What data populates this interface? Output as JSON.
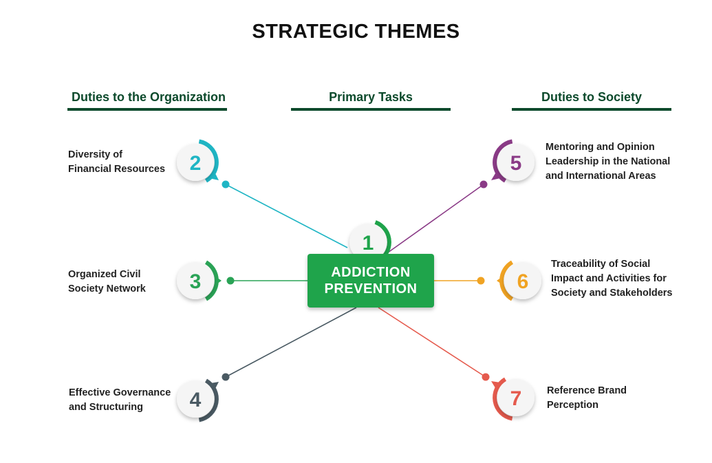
{
  "title": "STRATEGIC THEMES",
  "columns": {
    "left": "Duties to the Organization",
    "center": "Primary Tasks",
    "right": "Duties to Society"
  },
  "center": {
    "number": "1",
    "line1": "ADDICTION",
    "line2": "PREVENTION",
    "color": "#1fa44b"
  },
  "items": [
    {
      "number": "2",
      "lines": [
        "Diversity of",
        "Financial Resources"
      ],
      "color": "#1fb5c4"
    },
    {
      "number": "3",
      "lines": [
        "Organized Civil",
        "Society Network"
      ],
      "color": "#2aa356"
    },
    {
      "number": "4",
      "lines": [
        "Effective Governance",
        "and Structuring"
      ],
      "color": "#4a5a63"
    },
    {
      "number": "5",
      "lines": [
        "Mentoring and Opinion",
        "Leadership in the National",
        "and International Areas"
      ],
      "color": "#8a3a86"
    },
    {
      "number": "6",
      "lines": [
        "Traceability of Social",
        "Impact and Activities for",
        "Society and Stakeholders"
      ],
      "color": "#f0a323"
    },
    {
      "number": "7",
      "lines": [
        "Reference Brand",
        "Perception"
      ],
      "color": "#e55a4d"
    }
  ]
}
